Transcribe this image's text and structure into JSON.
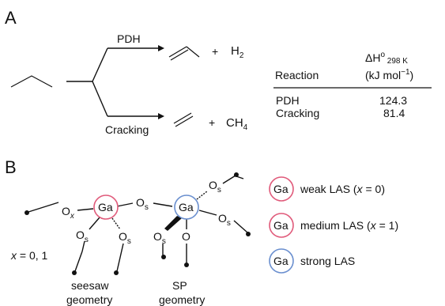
{
  "panel_a": {
    "label": "A",
    "pdh_label": "PDH",
    "cracking_label": "Cracking",
    "plus_h2": "+",
    "h2": "H",
    "h2_sub": "2",
    "plus_ch4": "+",
    "ch4": "CH",
    "ch4_sub": "4",
    "table": {
      "header_reaction": "Reaction",
      "header_dh": "ΔH",
      "header_dh_sup": "o",
      "header_dh_sub": " 298 K",
      "header_unit": "(kJ mol",
      "header_unit_sup": "−1",
      "header_unit_close": ")",
      "rows": [
        {
          "reaction": "PDH",
          "value": "124.3"
        },
        {
          "reaction": "Cracking",
          "value": "81.4"
        }
      ]
    }
  },
  "panel_b": {
    "label": "B",
    "ga": "Ga",
    "o": "O",
    "sub_x": "x",
    "sub_s": "s",
    "x_values_prefix": "x",
    "x_values_rest": " = 0, 1",
    "seesaw_line1": "seesaw",
    "seesaw_line2": "geometry",
    "sp_line1": "SP",
    "sp_line2": "geometry",
    "legend": [
      {
        "ga": "Ga",
        "text_pre": "weak LAS (",
        "var": "x",
        "text_post": " = 0)",
        "color": "#e05a7a"
      },
      {
        "ga": "Ga",
        "text_pre": "medium LAS (",
        "var": "x",
        "text_post": " = 1)",
        "color": "#e05a7a"
      },
      {
        "ga": "Ga",
        "text_pre": "strong LAS",
        "var": "",
        "text_post": "",
        "color": "#6a8fcf"
      }
    ],
    "colors": {
      "pink": "#e05a7a",
      "blue": "#6a8fcf"
    }
  }
}
